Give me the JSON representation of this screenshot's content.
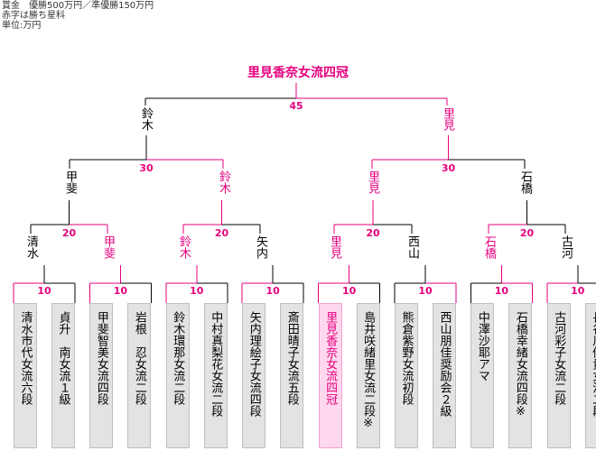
{
  "info": {
    "lines": [
      "賞金　優勝500万円／準優勝150万円",
      "赤字は勝ち星科",
      "単位:万円"
    ]
  },
  "champion": {
    "title": "里見香奈女流四冠"
  },
  "final": {
    "prize": "45",
    "left": "鈴木",
    "right": "里見",
    "winner_side": "right"
  },
  "semifinals": [
    {
      "prize": "30",
      "left": "甲斐",
      "right": "鈴木",
      "winner_side": "right"
    },
    {
      "prize": "30",
      "left": "里見",
      "right": "石橋",
      "winner_side": "left"
    }
  ],
  "quarterfinals": [
    {
      "prize": "20",
      "left": "清水",
      "right": "甲斐",
      "winner_side": "right"
    },
    {
      "prize": "20",
      "left": "鈴木",
      "right": "矢内",
      "winner_side": "left"
    },
    {
      "prize": "20",
      "left": "里見",
      "right": "西山",
      "winner_side": "left"
    },
    {
      "prize": "20",
      "left": "石橋",
      "right": "古河",
      "winner_side": "left"
    }
  ],
  "first_round": [
    {
      "prize": "10",
      "left": "清水市代女流六段",
      "right": "貞升　南女流１級",
      "winner_side": "left"
    },
    {
      "prize": "10",
      "left": "甲斐智美女流四段",
      "right": "岩根　忍女流二段",
      "winner_side": "left"
    },
    {
      "prize": "10",
      "left": "鈴木環那女流二段",
      "right": "中村真梨花女流二段",
      "winner_side": "left"
    },
    {
      "prize": "10",
      "left": "矢内理絵子女流四段",
      "right": "斎田晴子女流五段",
      "winner_side": "left"
    },
    {
      "prize": "10",
      "left": "里見香奈女流四冠",
      "right": "島井咲緒里女流二段※",
      "winner_side": "left",
      "champion_left": true
    },
    {
      "prize": "10",
      "left": "熊倉紫野女流初段",
      "right": "西山朋佳奨励会２級",
      "winner_side": "right"
    },
    {
      "prize": "10",
      "left": "中澤沙耶アマ",
      "right": "石橋幸緒女流四段※",
      "winner_side": "right"
    },
    {
      "prize": "10",
      "left": "古河彩子女流二段",
      "right": "長谷川優貴女流二段",
      "winner_side": "left"
    }
  ],
  "colors": {
    "win": "#e6007e",
    "line": "#000000",
    "box": "#e3e3e3",
    "box_champion": "#ffd8ee"
  }
}
